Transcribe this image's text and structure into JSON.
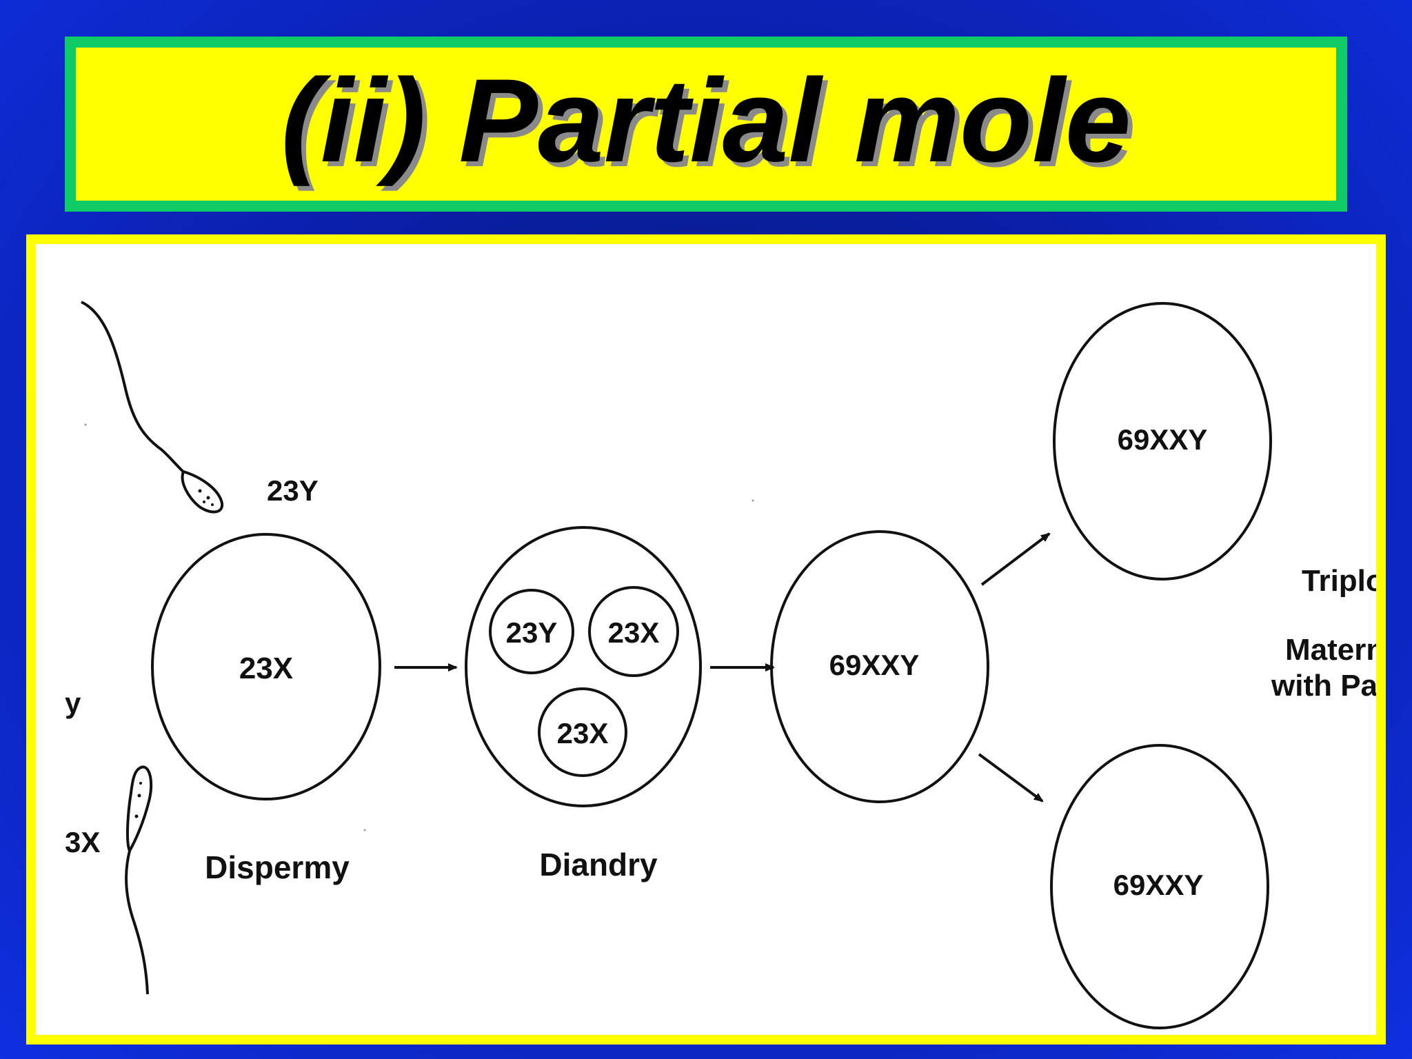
{
  "title": "(ii) Partial mole",
  "diagram": {
    "sperm_top_label": "23Y",
    "egg_label": "23X",
    "left_edge_label_y": "y",
    "left_edge_label_3x": "3X",
    "stage1_caption": "Dispermy",
    "inner_cells": [
      "23Y",
      "23X",
      "23X"
    ],
    "stage2_caption": "Diandry",
    "zygote_label": "69XXY",
    "outcome_top_label": "69XXY",
    "outcome_bottom_label": "69XXY",
    "right_text_1": "Triplo",
    "right_text_2": "Matern",
    "right_text_3": "with Pa"
  },
  "colors": {
    "background": "#0a1ea8",
    "title_fill": "#ffff00",
    "title_border": "#0ecb66",
    "panel_border": "#ffff00",
    "ink": "#111111"
  }
}
